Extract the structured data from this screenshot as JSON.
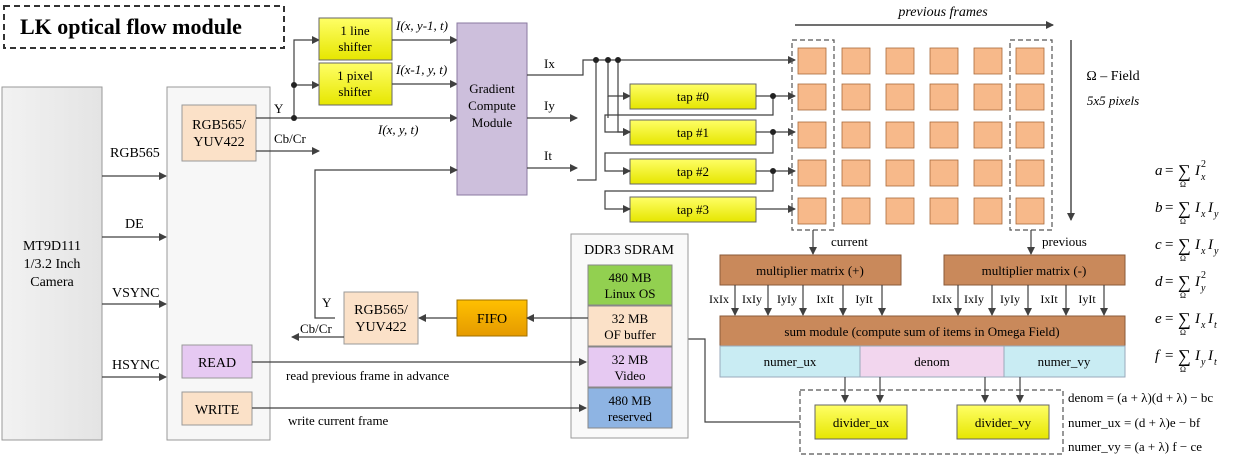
{
  "title": "LK optical flow module",
  "camera": {
    "line1": "MT9D111",
    "line2": "1/3.2 Inch",
    "line3": "Camera"
  },
  "signals": {
    "rgb565": "RGB565",
    "de": "DE",
    "vsync": "VSYNC",
    "hsync": "HSYNC"
  },
  "input_converter": {
    "line1": "RGB565/",
    "line2": "YUV422",
    "y_label": "Y",
    "cbcr_label": "Cb/Cr"
  },
  "read_block": "READ",
  "write_block": "WRITE",
  "read_desc": "read previous frame in advance",
  "write_desc": "write current frame",
  "line_shifter": {
    "line1": "1 line",
    "line2": "shifter",
    "out": "I(x, y-1, t)"
  },
  "pixel_shifter": {
    "line1": "1 pixel",
    "line2": "shifter",
    "out": "I(x-1, y, t)"
  },
  "direct_signal": "I(x, y, t)",
  "gradient": {
    "line1": "Gradient",
    "line2": "Compute",
    "line3": "Module"
  },
  "gradient_outputs": [
    "Ix",
    "Iy",
    "It"
  ],
  "taps": [
    "tap #0",
    "tap #1",
    "tap #2",
    "tap #3"
  ],
  "previous_frames": "previous frames",
  "omega_field": "Ω – Field",
  "omega_size": "5x5 pixels",
  "current_label": "current",
  "previous_label": "previous",
  "ddr": {
    "title": "DDR3 SDRAM",
    "blocks": [
      {
        "line1": "480 MB",
        "line2": "Linux OS"
      },
      {
        "line1": "32 MB",
        "line2": "OF buffer"
      },
      {
        "line1": "32 MB",
        "line2": "Video"
      },
      {
        "line1": "480 MB",
        "line2": "reserved"
      }
    ]
  },
  "fifo": "FIFO",
  "output_converter": {
    "line1": "RGB565/",
    "line2": "YUV422",
    "y_label": "Y",
    "cbcr_label": "Cb/Cr"
  },
  "mult_pos": "multiplier matrix (+)",
  "mult_neg": "multiplier matrix (-)",
  "mult_outputs": [
    "IxIx",
    "IxIy",
    "IyIy",
    "IxIt",
    "IyIt"
  ],
  "sum_module": "sum module (compute sum of items in Omega Field)",
  "sum_outputs": [
    "numer_ux",
    "denom",
    "numer_vy"
  ],
  "dividers": [
    "divider_ux",
    "divider_vy"
  ],
  "equations_right": [
    {
      "lhs": "a",
      "base": "I",
      "sub1": "x",
      "sup": "2",
      "sub2": ""
    },
    {
      "lhs": "b",
      "base": "I",
      "sub1": "x",
      "sup": "",
      "sub2": "y"
    },
    {
      "lhs": "c",
      "base": "I",
      "sub1": "x",
      "sup": "",
      "sub2": "y"
    },
    {
      "lhs": "d",
      "base": "I",
      "sub1": "y",
      "sup": "2",
      "sub2": ""
    },
    {
      "lhs": "e",
      "base": "I",
      "sub1": "x",
      "sup": "",
      "sub2": "t"
    },
    {
      "lhs": "f",
      "base": "I",
      "sub1": "y",
      "sup": "",
      "sub2": "t"
    }
  ],
  "sum_symbol": "∑",
  "omega_symbol": "Ω",
  "equations_bottom": [
    "denom = (a + λ)(d + λ) − bc",
    "numer_ux = (d + λ)e − bf",
    "numer_vy = (a + λ) f − ce"
  ]
}
